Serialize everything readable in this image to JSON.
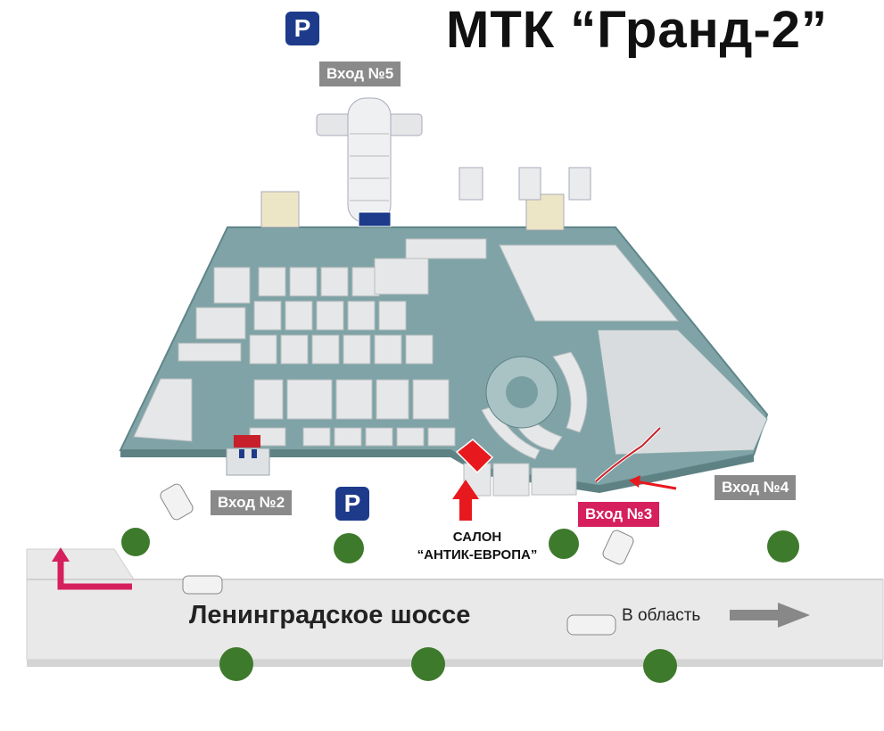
{
  "map": {
    "title": "МТК “Гранд-2”",
    "entrances": {
      "e5": "Вход №5",
      "e2": "Вход №2",
      "e3": "Вход №3",
      "e4": "Вход №4"
    },
    "parking_label": "P",
    "salon_line1": "САЛОН",
    "salon_line2": "“АНТИК-ЕВРОПА”",
    "road_name": "Ленинградское шоссе",
    "direction_text": "В область",
    "colors": {
      "floor": "#7fa3a6",
      "shop": "#e4e6e8",
      "salon": "#e8191e",
      "entrance_highlight": "#d61f5d",
      "parking": "#1d3b8a",
      "road": "#e6e6e6",
      "tree": "#3e7a2c"
    },
    "icons": [
      "parking-icon",
      "up-arrow-icon",
      "right-arrow-icon",
      "turn-arrow-icon",
      "tree-icon",
      "car-icon"
    ]
  }
}
